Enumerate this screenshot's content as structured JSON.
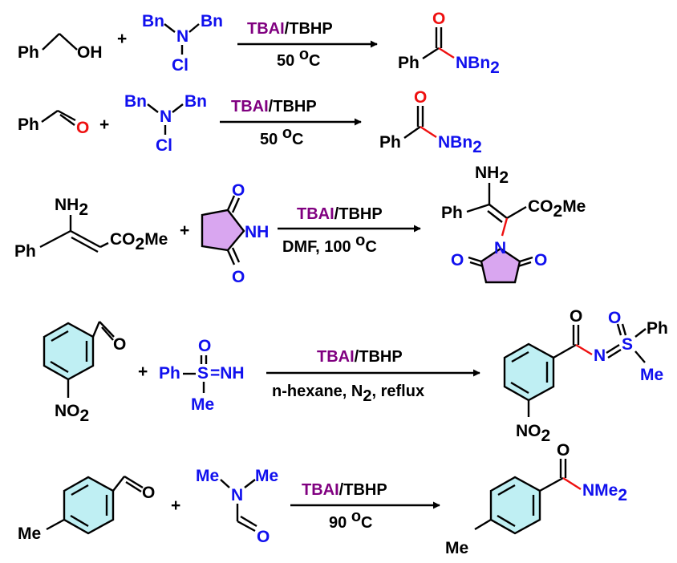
{
  "colors": {
    "bond": "#000000",
    "heteroatom": "#1010ee",
    "new_bond": "#ee1010",
    "catalyst": "#800080",
    "benzene_fill": "#bfeff3",
    "succinimide_fill": "#d9a6f0"
  },
  "labels": {
    "ph": "Ph",
    "oh": "OH",
    "plus": "+",
    "bn": "Bn",
    "n": "N",
    "cl": "Cl",
    "o": "O",
    "nbn": "NBn",
    "two": "2",
    "nh2": "NH",
    "co2me": "CO",
    "me": "Me",
    "nh": "NH",
    "s": "S",
    "equals_nh": "=NH",
    "no2": "NO",
    "n_eq": "N",
    "nme": "NMe"
  },
  "conditions": {
    "catalyst": "TBAI",
    "oxidant": "/TBHP",
    "r1": "50 ",
    "r2": "50 ",
    "r3_prefix": "DMF,  100 ",
    "r4": "n-hexane, N",
    "r4_suffix": ", reflux",
    "r5": "90 ",
    "deg_o": "o",
    "unit_c": "C"
  }
}
